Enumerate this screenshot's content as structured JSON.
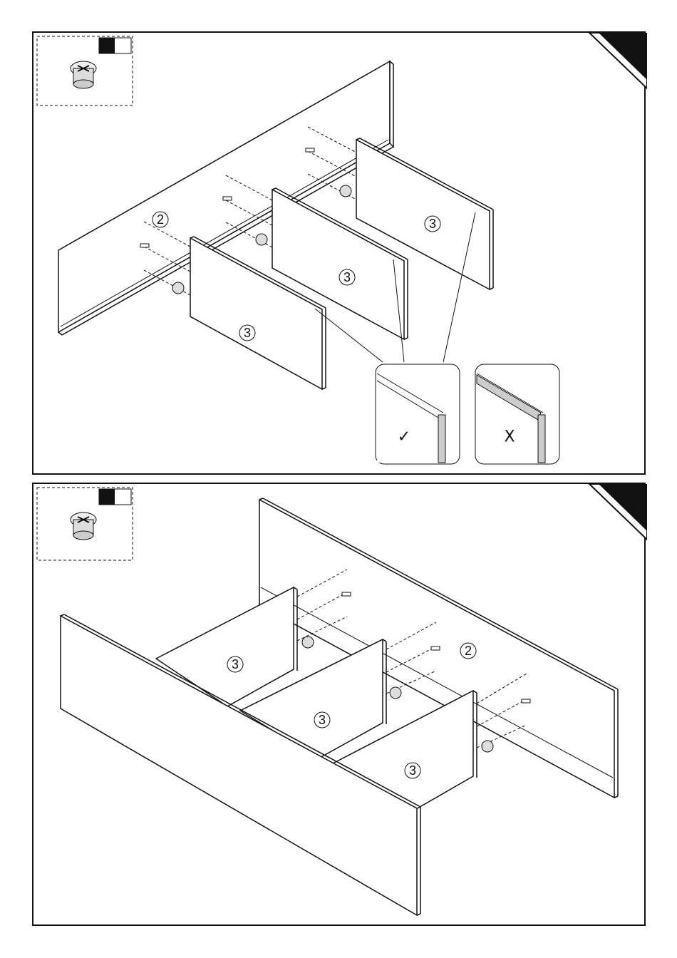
{
  "steps": [
    {
      "part_labels": {
        "back_panel": "2",
        "shelf_a": "3",
        "shelf_b": "3",
        "shelf_c": "3"
      },
      "hardware_icon": "cam-lock-icon",
      "details": {
        "correct": "✓",
        "wrong": "X"
      }
    },
    {
      "part_labels": {
        "back_panel": "2",
        "shelf_a": "3",
        "shelf_b": "3",
        "shelf_c": "3"
      },
      "hardware_icon": "cam-lock-icon"
    }
  ],
  "colors": {
    "line": "#111111",
    "fill": "#ffffff",
    "corner": "#111111"
  }
}
